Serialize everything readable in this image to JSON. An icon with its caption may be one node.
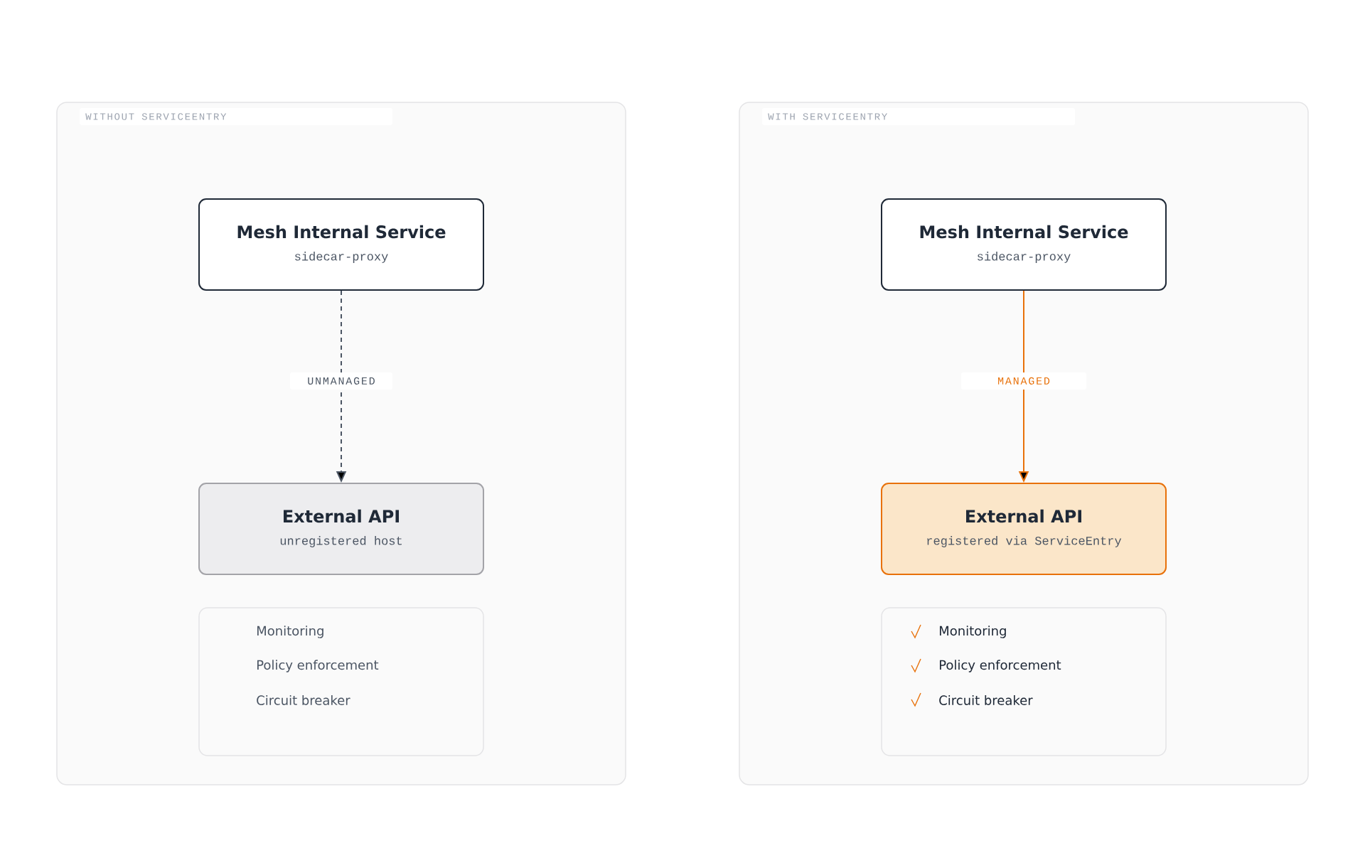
{
  "diagram": {
    "nodes": [
      {
        "text": [
          "WITHOUT SERVICEENTRY"
        ]
      },
      {
        "text": [
          "Mesh Internal Service",
          "sidecar-proxy"
        ],
        "in": 0
      },
      {
        "text": [
          "External API",
          "unregistered host"
        ],
        "in": 0
      },
      {
        "text": [
          "Monitoring",
          "Policy enforcement",
          "Circuit breaker"
        ],
        "in": 0
      },
      {
        "text": [
          "WITH SERVICEENTRY"
        ]
      },
      {
        "text": [
          "Mesh Internal Service",
          "sidecar-proxy"
        ],
        "in": 4
      },
      {
        "text": [
          "External API",
          "registered via ServiceEntry"
        ],
        "in": 4
      },
      {
        "text": [
          "Monitoring",
          "Policy enforcement",
          "Circuit breaker"
        ],
        "in": 4
      }
    ],
    "edges": [
      {
        "from": 1,
        "to": 2,
        "arrow": "to",
        "label": "UNMANAGED",
        "style": "dashed",
        "color": "#4b5563"
      },
      {
        "from": 5,
        "to": 6,
        "arrow": "to",
        "label": "MANAGED",
        "color": "#e8710a"
      }
    ]
  }
}
